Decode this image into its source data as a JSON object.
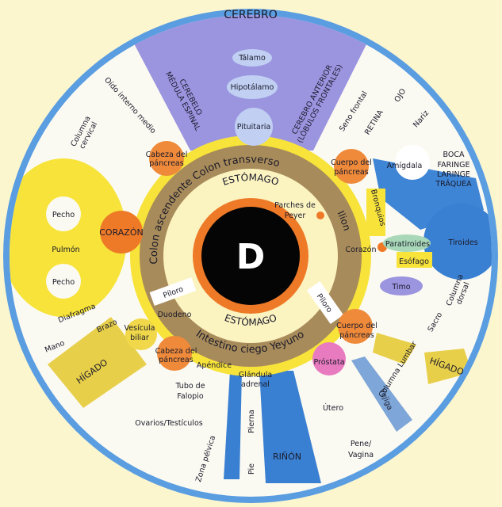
{
  "center_letter": "D",
  "colors": {
    "background": "#fcf6cf",
    "ring_blue": "#5a9de0",
    "purple": "#9b95e0",
    "yellow": "#f7e33a",
    "brown": "#a88b5a",
    "orange": "#ee7a28",
    "blue": "#3a80d2",
    "liver": "#e8cf4a"
  },
  "rings": {
    "outer_arc": "Colon ascendente  Colon transverso",
    "ilion": "Ilion",
    "lower_arc": "Intestino ciego  Yeyuno",
    "stomach_top": "ESTÓMAGO",
    "stomach_bottom": "ESTÓMAGO"
  },
  "labels": {
    "cerebro": "CEREBRO",
    "talamo": "Tálamo",
    "hipotalamo": "Hipotálamo",
    "pituitaria": "Pituitaria",
    "cerebelo_1": "CEREBELO",
    "cerebelo_2": "MÉDULA ESPINAL",
    "cerebro_ant_1": "CEREBRO ANTERIOR",
    "cerebro_ant_2": "(LÓBULOS FRONTALES)",
    "oido": "Oído  interno  medio",
    "col_cervical_1": "Columna",
    "col_cervical_2": "cervical",
    "cabeza_pancreas_top_1": "Cabeza del",
    "cabeza_pancreas_top_2": "páncreas",
    "seno_frontal": "Seno frontal",
    "ojo": "OJO",
    "retina": "RETINA",
    "nariz": "Nariz",
    "boca": "BOCA",
    "faringe": "FARINGE",
    "laringe": "LARINGE",
    "traquea": "TRÁQUEA",
    "amigdala": "Amígdala",
    "cuerpo_pancreas_top_1": "Cuerpo del",
    "cuerpo_pancreas_top_2": "páncreas",
    "parches_1": "Parches de",
    "parches_2": "Peyer",
    "bronquios": "Bronquios",
    "corazon_small": "Corazón",
    "paratiroides": "Paratiroides",
    "tiroides": "Tiroides",
    "esofago": "Esófago",
    "timo": "Timo",
    "col_dorsal_1": "Columna",
    "col_dorsal_2": "dorsal",
    "sacro": "Sacro",
    "col_lumbar": "Columna  Lumbar",
    "higado_right": "HÍGADO",
    "vejiga": "Vejiga",
    "utero": "Útero",
    "pene_1": "Pene/",
    "pene_2": "Vagina",
    "prostata": "Próstata",
    "cuerpo_pancreas_bot_1": "Cuerpo del",
    "cuerpo_pancreas_bot_2": "páncreas",
    "piloro_left": "Píloro",
    "piloro_right": "Píloro",
    "duodeno": "Duodeno",
    "vesicula_1": "Vesícula",
    "vesicula_2": "biliar",
    "cabeza_pancreas_bot_1": "Cabeza del",
    "cabeza_pancreas_bot_2": "páncreas",
    "apendice": "Apéndice",
    "adrenal_1": "Glándula",
    "adrenal_2": "adrenal",
    "tubo_1": "Tubo de",
    "tubo_2": "Falopio",
    "ovarios": "Ovarios/Testículos",
    "zona_pelvica": "Zona pélvica",
    "pierna": "Pierna",
    "pie": "Pie",
    "rinon": "RIÑÓN",
    "higado_left": "HÍGADO",
    "mano": "Mano",
    "brazo": "Brazo",
    "diafragma": "Diafragma",
    "pecho_top": "Pecho",
    "pecho_bottom": "Pecho",
    "pulmon": "Pulmón",
    "corazon": "CORAZÓN"
  }
}
